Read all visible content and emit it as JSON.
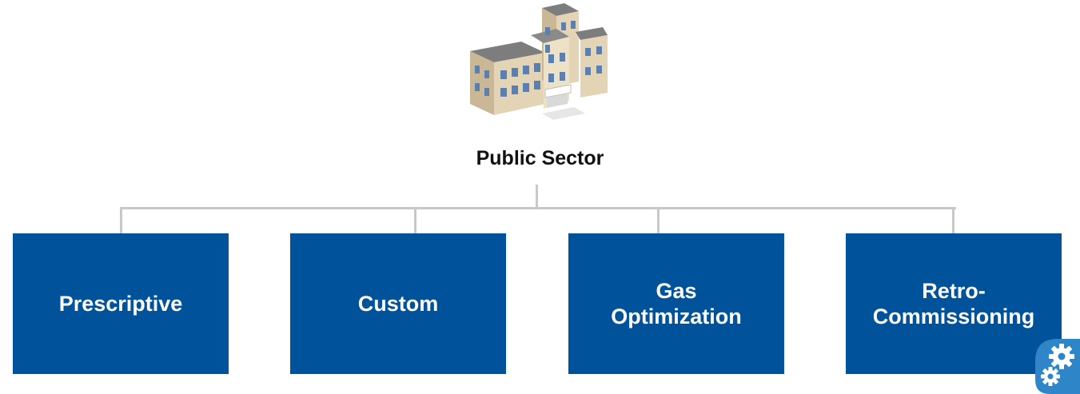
{
  "diagram": {
    "root": {
      "label": "Public Sector",
      "icon": "school-building-icon"
    },
    "children": [
      {
        "label": "Prescriptive"
      },
      {
        "label": "Custom"
      },
      {
        "label": "Gas\nOptimization"
      },
      {
        "label": "Retro-\nCommissioning"
      }
    ],
    "badge_icon": "gears-icon"
  },
  "colors": {
    "box_fill": "#00529b",
    "connector": "#c8c8c8",
    "text_on_box": "#ffffff"
  }
}
